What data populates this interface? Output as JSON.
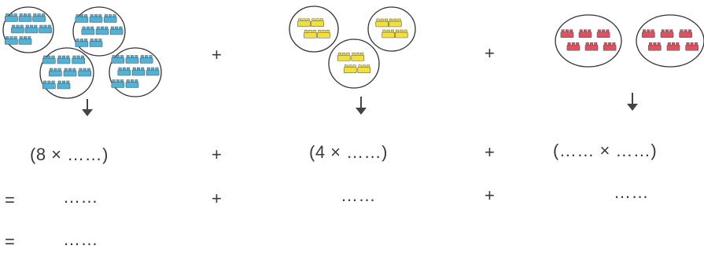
{
  "colors": {
    "blue": "#4fb3d9",
    "yellow": "#f2df3a",
    "red": "#e0505e",
    "outline": "#333333"
  },
  "groups": {
    "blue": {
      "circles": 4,
      "bricks_per_circle": 8
    },
    "yellow": {
      "circles": 3,
      "bricks_per_circle": 4
    },
    "red": {
      "circles": 2,
      "bricks_per_circle": 6
    }
  },
  "row_images": {
    "plus_1": "+",
    "plus_2": "+"
  },
  "row_multiply": {
    "expr_1": "(8 × ……)",
    "plus_1": "+",
    "expr_2": "(4 × ……)",
    "plus_2": "+",
    "expr_3": "(…… × ……)"
  },
  "row_equals_1": {
    "equals": "=",
    "blank_1": "……",
    "plus_1": "+",
    "blank_2": "……",
    "plus_2": "+",
    "blank_3": "……"
  },
  "row_equals_2": {
    "equals": "=",
    "blank": "……"
  }
}
